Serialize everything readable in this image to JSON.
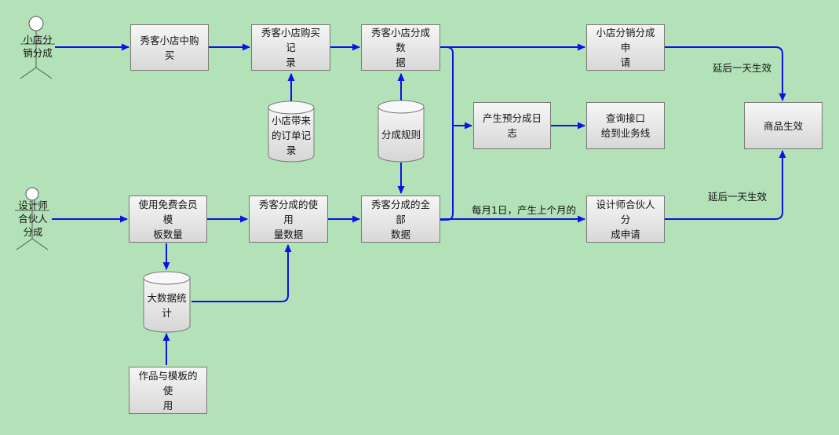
{
  "actors": {
    "shop_distribution": "小店分\n销分成",
    "designer_partner": "设计师\n合伙人\n分成"
  },
  "nodes": {
    "buy_in_shop": "秀客小店中购买",
    "shop_purchase_records": "秀客小店购买记\n录",
    "shop_commission_data": "秀客小店分成数\n据",
    "shop_distribution_request": "小店分销分成申\n请",
    "pre_commission_log": "产生预分成日志",
    "query_api": "查询接口\n给到业务线",
    "goods_effective": "商品生效",
    "free_member_templates": "使用免费会员模\n板数量",
    "commission_usage_data": "秀客分成的使用\n量数据",
    "all_commission_data": "秀客分成的全部\n数据",
    "designer_partner_request": "设计师合伙人分\n成申请",
    "works_template_usage": "作品与模板的使\n用"
  },
  "datastores": {
    "shop_orders": "小店带来\n的订单记\n录",
    "commission_rules": "分成规则",
    "big_data_stats": "大数据统\n计"
  },
  "edge_labels": {
    "delay_top": "延后一天生效",
    "delay_bottom": "延后一天生效",
    "monthly": "每月1日，产生上个月的"
  },
  "colors": {
    "background": "#b4e2b8",
    "arrow": "#1010e6",
    "box_border": "#777777"
  }
}
